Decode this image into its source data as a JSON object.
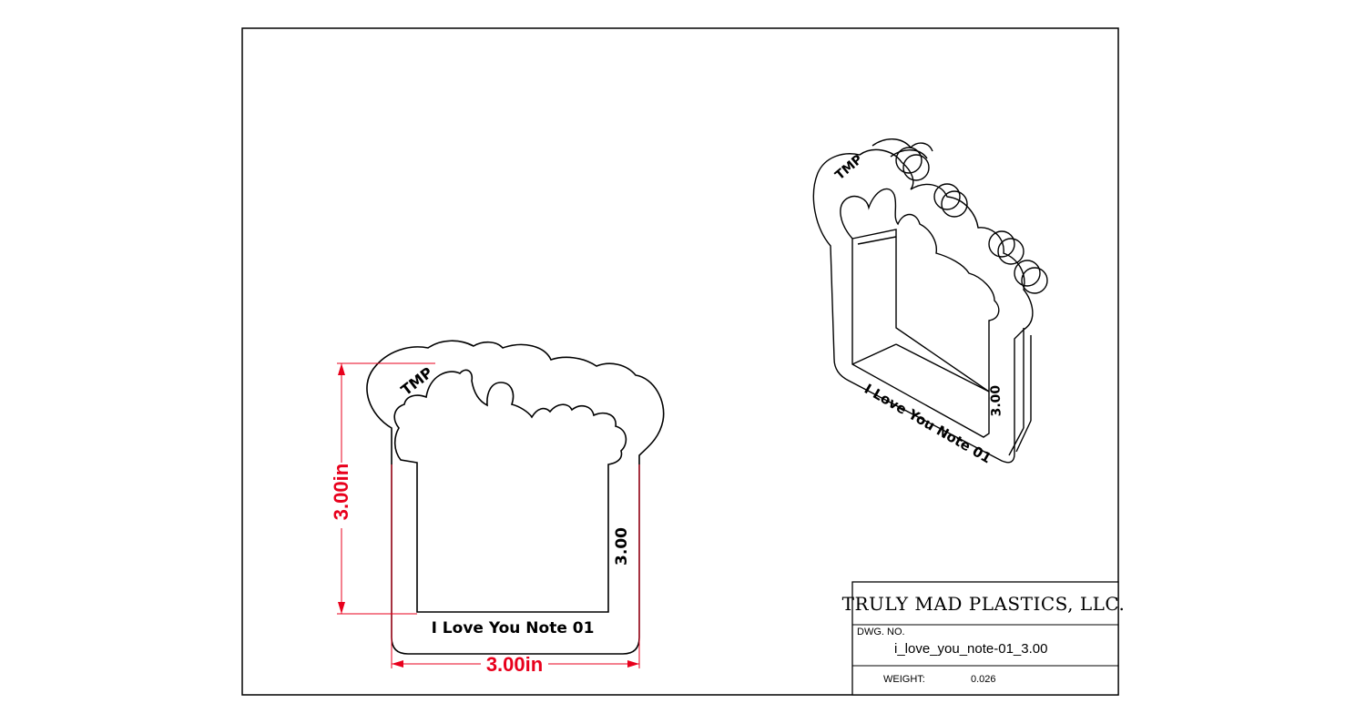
{
  "drawing": {
    "engraving": {
      "brand": "TMP",
      "name": "I Love You Note 01",
      "size_mark": "3.00"
    },
    "dimensions": {
      "height": "3.00in",
      "width": "3.00in"
    },
    "title_block": {
      "company": "TRULY MAD PLASTICS, LLC.",
      "dwg_no_label": "DWG. NO.",
      "dwg_no_value": "i_love_you_note-01_3.00",
      "weight_label": "WEIGHT:",
      "weight_value": "0.026"
    }
  },
  "colors": {
    "dimension": "#e8001c",
    "line": "#000000"
  }
}
